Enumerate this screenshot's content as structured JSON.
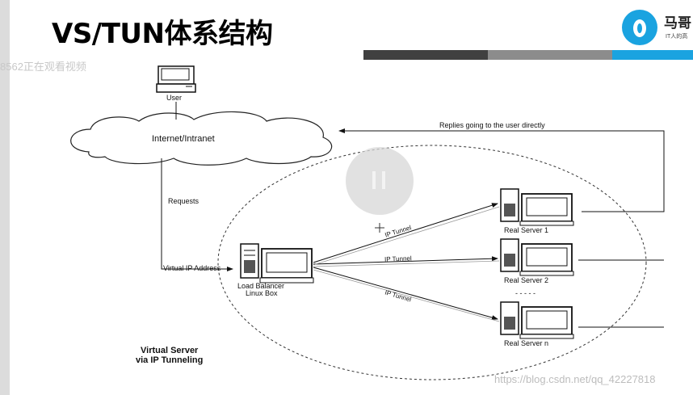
{
  "title": "VS/TUN体系结构",
  "logo": {
    "name": "马哥",
    "tagline": "IT人的高"
  },
  "watermarks": {
    "left": "8562正在观看视频",
    "bottom": "https://blog.csdn.net/qq_42227818"
  },
  "diagram": {
    "user_label": "User",
    "cloud_label": "Internet/Intranet",
    "replies_label": "Replies going to the user directly",
    "requests_label": "Requests",
    "vip_label": "Virtual IP Address",
    "lb_label_1": "Load Balancer",
    "lb_label_2": "Linux Box",
    "tunnel_label_1": "IP Tunnel",
    "tunnel_label_2": "IP Tunnel",
    "tunnel_label_3": "IP Tunnel",
    "servers": [
      "Real Server 1",
      "Real Server 2",
      "Real Server n"
    ],
    "ellipsis": "- - - - -",
    "caption_1": "Virtual Server",
    "caption_2": "via IP Tunneling"
  }
}
